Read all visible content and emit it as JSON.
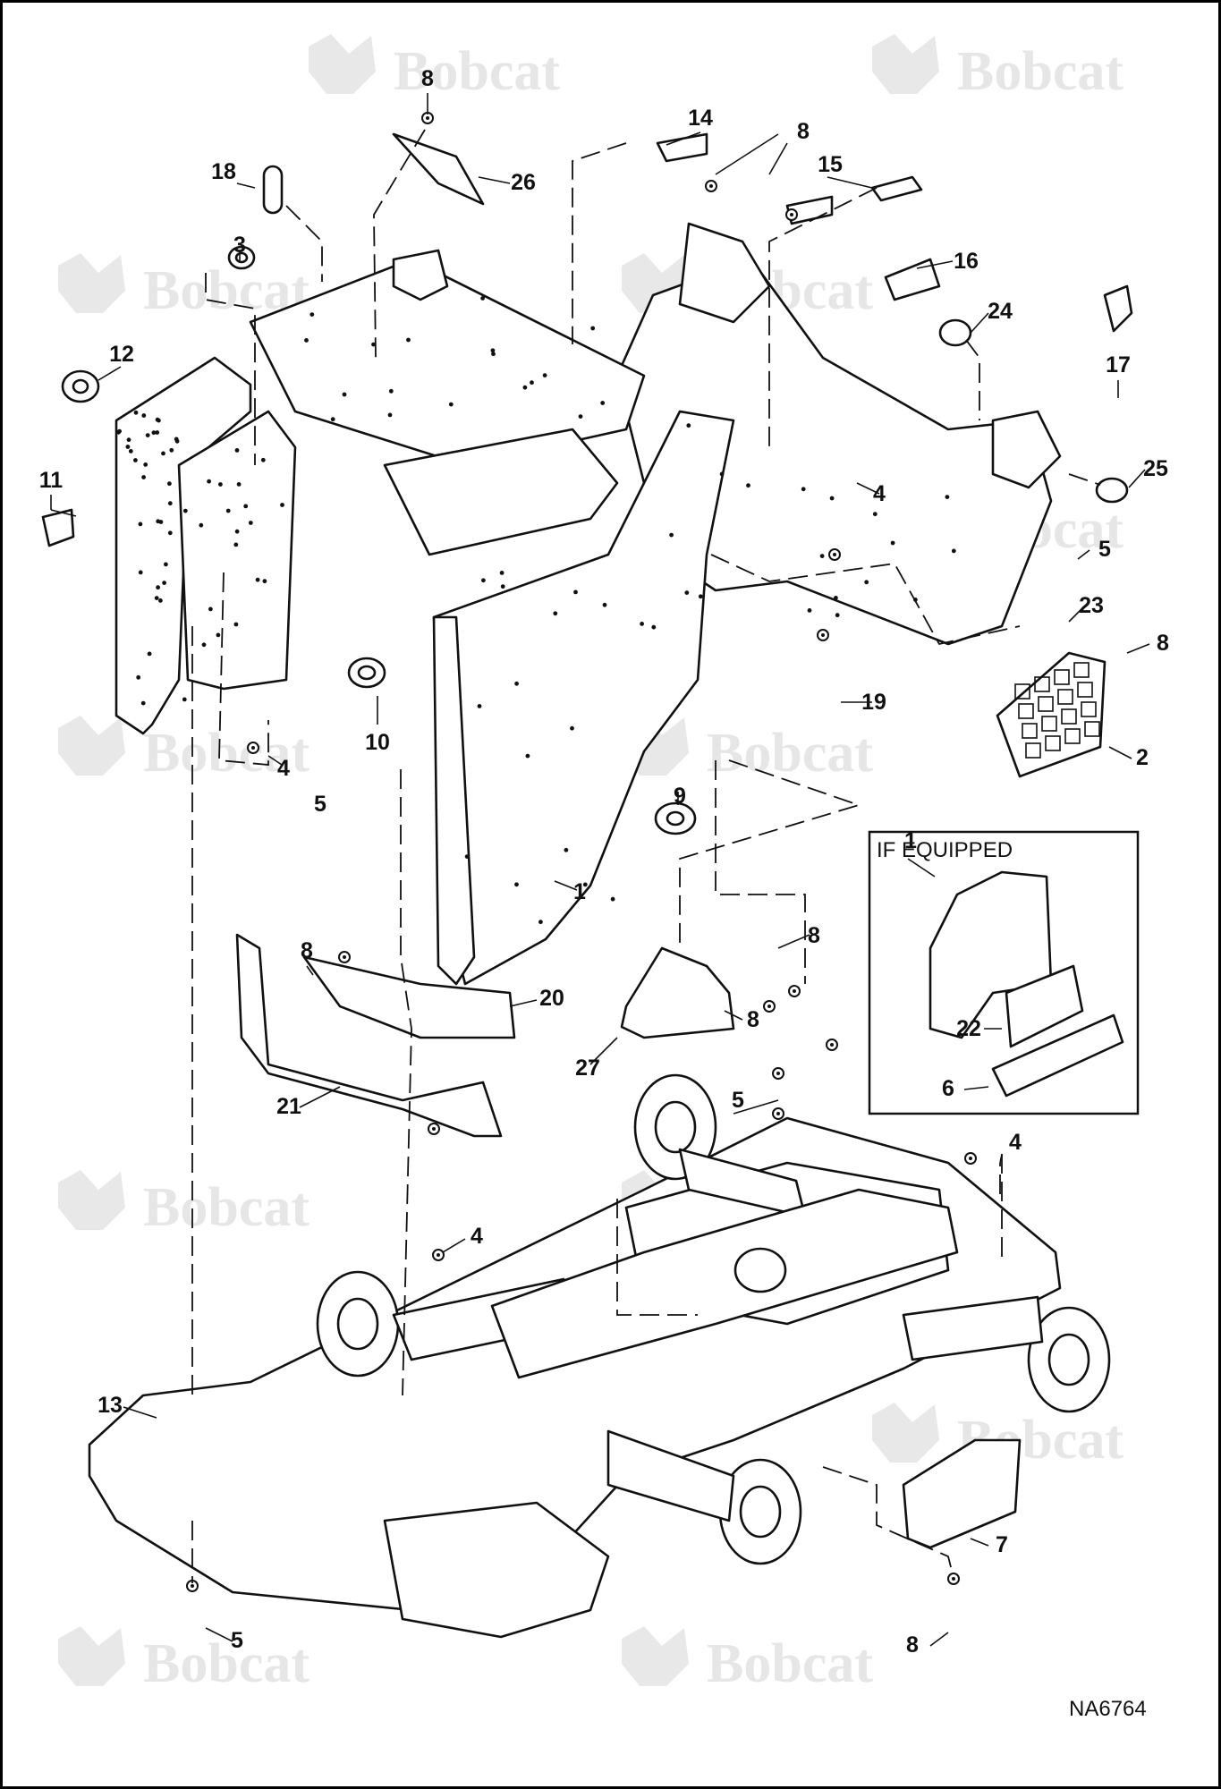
{
  "drawing_number": "NA6764",
  "watermark_text": "Bobcat",
  "inset_title": "IF EQUIPPED",
  "callouts": [
    "8",
    "26",
    "18",
    "14",
    "8",
    "15",
    "16",
    "3",
    "24",
    "12",
    "17",
    "11",
    "25",
    "4",
    "5",
    "23",
    "8",
    "10",
    "19",
    "4",
    "5",
    "2",
    "9",
    "1",
    "1",
    "8",
    "8",
    "20",
    "8",
    "27",
    "21",
    "22",
    "6",
    "5",
    "4",
    "4",
    "13",
    "7",
    "5",
    "8"
  ]
}
